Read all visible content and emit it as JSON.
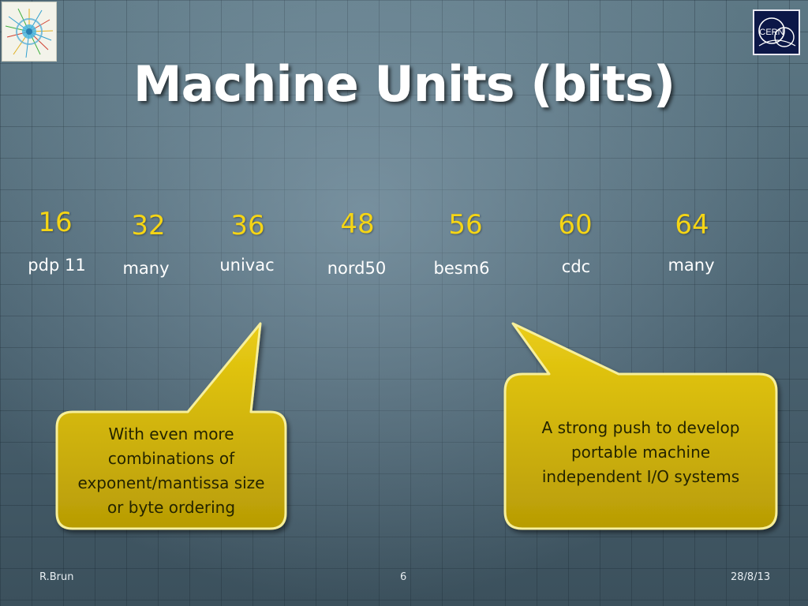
{
  "title": "Machine Units (bits)",
  "units": [
    {
      "bits": "16",
      "machine": "pdp 11"
    },
    {
      "bits": "32",
      "machine": "many"
    },
    {
      "bits": "36",
      "machine": "univac"
    },
    {
      "bits": "48",
      "machine": "nord50"
    },
    {
      "bits": "56",
      "machine": "besm6"
    },
    {
      "bits": "60",
      "machine": "cdc"
    },
    {
      "bits": "64",
      "machine": "many"
    }
  ],
  "callouts": {
    "left": {
      "lines": [
        "With even more",
        "combinations of",
        "exponent/mantissa size",
        "or byte ordering"
      ]
    },
    "right": {
      "lines": [
        "A strong push to develop",
        "portable machine",
        "independent I/O systems"
      ]
    }
  },
  "footer": {
    "author": "R.Brun",
    "page": "6",
    "date": "28/8/13"
  },
  "logos": {
    "right_text": "CERN"
  },
  "colors": {
    "title": "#ffffff",
    "bits": "#f5d515",
    "callout_fill": "#d6b90a",
    "callout_border": "#f7ef9a"
  }
}
